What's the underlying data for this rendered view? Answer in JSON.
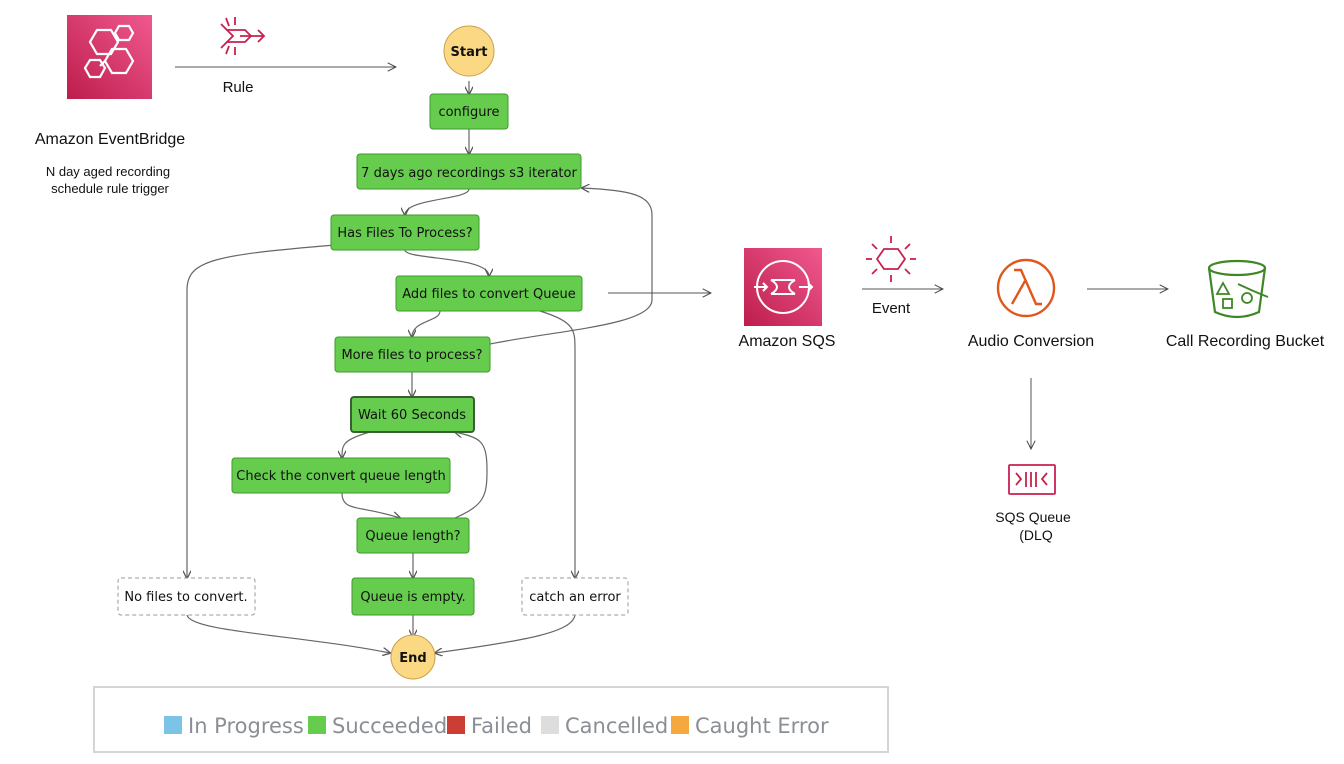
{
  "eventbridge": {
    "icon": "eventbridge-icon",
    "title": "Amazon EventBridge",
    "desc_line1": "N day aged recording",
    "desc_line2": "schedule rule trigger"
  },
  "rule": {
    "icon": "rule-icon",
    "label": "Rule"
  },
  "workflow": {
    "start": "Start",
    "end": "End",
    "steps": {
      "configure": "configure",
      "iterator": "7 days ago recordings s3 iterator",
      "has_files": "Has Files To Process?",
      "add_files": "Add files to convert Queue",
      "more_files": "More files to process?",
      "wait": "Wait 60 Seconds",
      "check_length": "Check the convert queue length",
      "queue_length": "Queue length?",
      "queue_empty": "Queue is empty.",
      "no_files": "No files to convert.",
      "catch_error": "catch an error"
    }
  },
  "sqs": {
    "icon": "sqs-icon",
    "label": "Amazon SQS"
  },
  "event": {
    "icon": "event-icon",
    "label": "Event"
  },
  "lambda": {
    "icon": "lambda-icon",
    "label": "Audio Conversion"
  },
  "bucket": {
    "icon": "s3-bucket-icon",
    "label": "Call Recording Bucket"
  },
  "dlq": {
    "icon": "sqs-queue-icon",
    "line1": "SQS Queue",
    "line2": "(DLQ"
  },
  "legend": {
    "items": [
      {
        "label": "In Progress",
        "color": "#7cc3e8"
      },
      {
        "label": "Succeeded",
        "color": "#66cc4e"
      },
      {
        "label": "Failed",
        "color": "#cc3d33"
      },
      {
        "label": "Cancelled",
        "color": "#dddddd"
      },
      {
        "label": "Caught Error",
        "color": "#f4a83d"
      }
    ]
  },
  "colors": {
    "succeeded_fill": "#66cc4e",
    "succeeded_border": "#3e9b2a",
    "terminal_fill": "#fbd883",
    "aws_pink": "#c8214f",
    "aws_orange": "#e0561b",
    "aws_green": "#3f8624",
    "arrow": "#555555"
  }
}
